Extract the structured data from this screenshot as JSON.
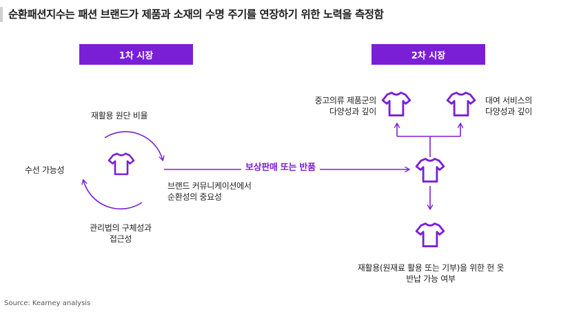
{
  "title": "순환패션지수는 패션 브랜드가 제품과 소재의 수명 주기를 연장하기 위한 노력을 측정함",
  "primary_market": {
    "label": "1차 시장"
  },
  "secondary_market": {
    "label": "2차 시장"
  },
  "cycle_labels": {
    "top": "재활용 원단 비율",
    "left": "수선 가능성",
    "bottom_line1": "관리법의 구체성과",
    "bottom_line2": "접근성",
    "right_line1": "브랜드 커뮤니케이션에서",
    "right_line2": "순환성의 중요성"
  },
  "flow_label": "보상판매 또는 반품",
  "secondary_labels": {
    "left_line1": "중고의류 제품군의",
    "left_line2": "다양성과 깊이",
    "right_line1": "대여 서비스의",
    "right_line2": "다양성과 깊이",
    "bottom_line1": "재활용(원재료 활용 또는 기부)을 위한 헌 옷",
    "bottom_line2": "반납 가능 여부"
  },
  "source": "Source: Kearney analysis",
  "colors": {
    "accent": "#7a1fd6"
  },
  "icons": [
    "tshirt-icon",
    "arrow-icon"
  ]
}
